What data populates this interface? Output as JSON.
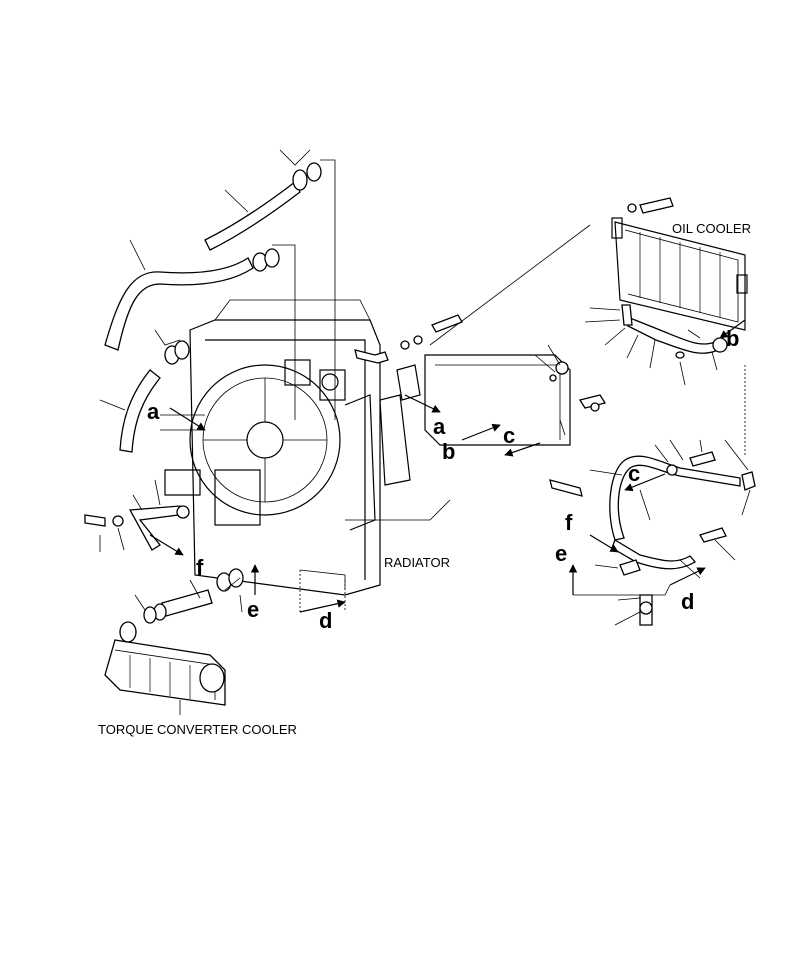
{
  "labels": {
    "oil_cooler": "OIL COOLER",
    "radiator": "RADIATOR",
    "torque_converter_cooler": "TORQUE CONVERTER COOLER"
  },
  "callouts": {
    "a1": "a",
    "a2": "a",
    "b1": "b",
    "b2": "b",
    "c1": "c",
    "c2": "c",
    "d1": "d",
    "d2": "d",
    "e1": "e",
    "e2": "e",
    "f1": "f",
    "f2": "f"
  }
}
